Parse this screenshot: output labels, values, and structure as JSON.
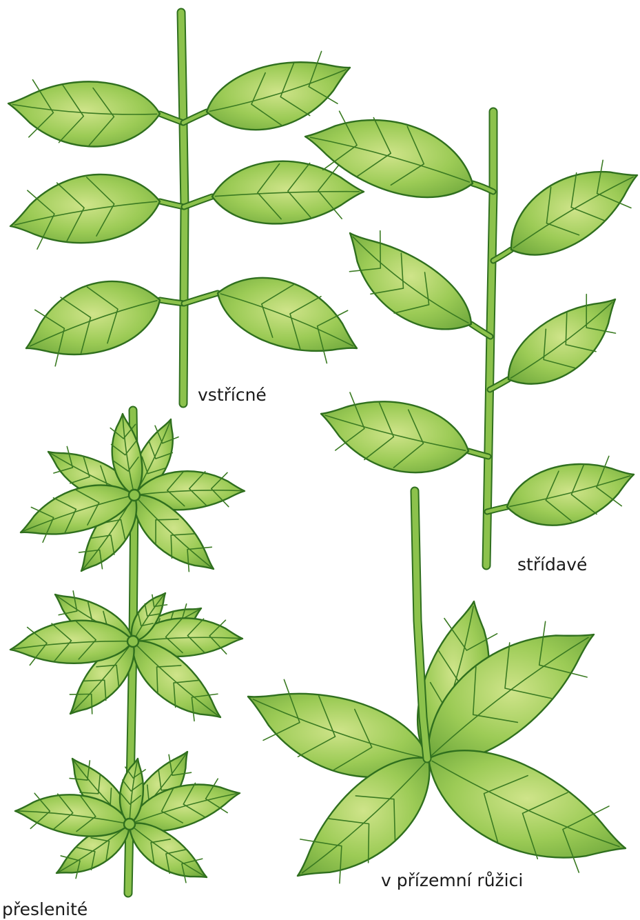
{
  "labels": {
    "opposite": "vstřícné",
    "alternate": "střídavé",
    "whorled": "přeslenité",
    "rosette": "v přízemní růžici"
  },
  "colors": {
    "leaf_light": "#c6e07c",
    "leaf_dark": "#6fa83c",
    "outline": "#2f6f1e",
    "stem": "#8cc24c"
  }
}
